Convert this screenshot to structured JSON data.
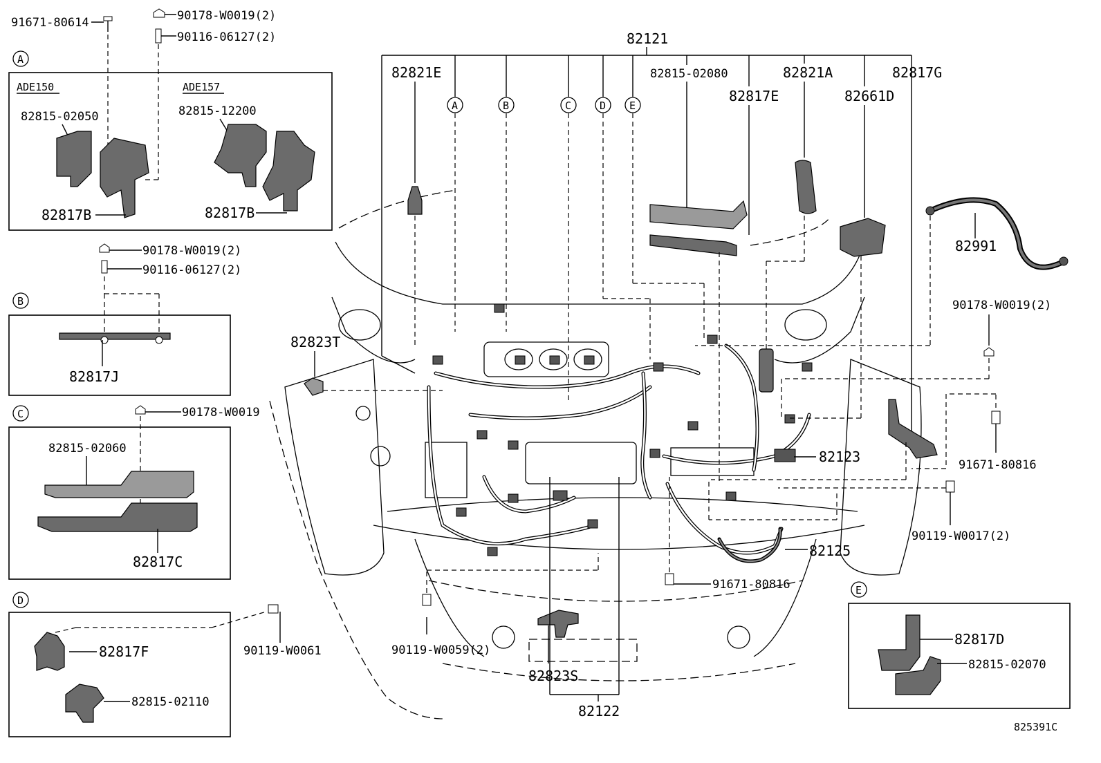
{
  "diagram_id": "825391C",
  "callouts": {
    "top_bolt": "91671-80614",
    "top_nut": "90178-W0019(2)",
    "top_stud": "90116-06127(2)",
    "harness_main": "82121",
    "harness_bottom": "82122",
    "p82821E": "82821E",
    "p82815_02080": "82815-02080",
    "p82817E": "82817E",
    "p82821A": "82821A",
    "p82661D": "82661D",
    "p82817G": "82817G",
    "p82991": "82991",
    "p82823T": "82823T",
    "right_nut": "90178-W0019(2)",
    "right_bolt": "91671-80816",
    "p82123": "82123",
    "bolt_w0017": "90119-W0017(2)",
    "p82125": "82125",
    "mid_bolt": "91671-80816",
    "bolt_w0059": "90119-W0059(2)",
    "p82823S": "82823S",
    "bolt_w0061": "90119-W0061"
  },
  "section_letters": [
    "A",
    "B",
    "C",
    "D",
    "E"
  ],
  "inset_a": {
    "letter": "A",
    "variant_left": "ADE150",
    "variant_right": "ADE157",
    "bracket_left": "82815-02050",
    "bracket_right": "82815-12200",
    "cover_left": "82817B",
    "cover_right": "82817B"
  },
  "inset_b": {
    "letter": "B",
    "nut": "90178-W0019(2)",
    "stud": "90116-06127(2)",
    "cover": "82817J"
  },
  "inset_c": {
    "letter": "C",
    "nut": "90178-W0019",
    "bracket": "82815-02060",
    "cover": "82817C"
  },
  "inset_d": {
    "letter": "D",
    "cover": "82817F",
    "bracket": "82815-02110"
  },
  "inset_e": {
    "letter": "E",
    "cover": "82817D",
    "bracket": "82815-02070"
  }
}
